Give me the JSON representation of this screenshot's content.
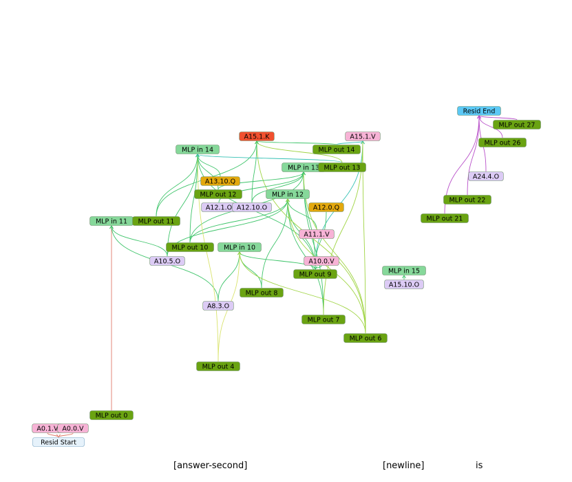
{
  "colors": {
    "resid_start": "#e6f2fb",
    "resid_end": "#5bc8f5",
    "mlp_in": "#86d89a",
    "mlp_out": "#6aa312",
    "attn_out": "#dccbf5",
    "attn_v": "#f7b3d6",
    "attn_k": "#f1502f",
    "attn_q": "#e3a80d",
    "edge_green": "#3ec46a",
    "edge_lime": "#9fd443",
    "edge_yellow": "#d9e36b",
    "edge_teal": "#35c1b4",
    "edge_red": "#e07a6a",
    "edge_purple": "#b84fc9"
  },
  "nodes": [
    {
      "id": "resid_start",
      "label": "Resid Start",
      "kind": "resid_start"
    },
    {
      "id": "a0_1_v",
      "label": "A0.1.V",
      "kind": "attn_v"
    },
    {
      "id": "a0_0_v",
      "label": "A0.0.V",
      "kind": "attn_v"
    },
    {
      "id": "mlp_out_0",
      "label": "MLP out 0",
      "kind": "mlp_out"
    },
    {
      "id": "mlp_in_11",
      "label": "MLP in 11",
      "kind": "mlp_in"
    },
    {
      "id": "mlp_out_11",
      "label": "MLP out 11",
      "kind": "mlp_out"
    },
    {
      "id": "a10_5_o",
      "label": "A10.5.O",
      "kind": "attn_out"
    },
    {
      "id": "mlp_out_10",
      "label": "MLP out 10",
      "kind": "mlp_out"
    },
    {
      "id": "mlp_in_10",
      "label": "MLP in 10",
      "kind": "mlp_in"
    },
    {
      "id": "mlp_in_14",
      "label": "MLP in 14",
      "kind": "mlp_in"
    },
    {
      "id": "a13_10_q",
      "label": "A13.10.Q",
      "kind": "attn_q"
    },
    {
      "id": "mlp_out_12",
      "label": "MLP out 12",
      "kind": "mlp_out"
    },
    {
      "id": "a12_1_o",
      "label": "A12.1.O",
      "kind": "attn_out"
    },
    {
      "id": "a12_10_o",
      "label": "A12.10.O",
      "kind": "attn_out"
    },
    {
      "id": "a15_1_k",
      "label": "A15.1.K",
      "kind": "attn_k"
    },
    {
      "id": "mlp_in_13",
      "label": "MLP in 13",
      "kind": "mlp_in"
    },
    {
      "id": "mlp_in_12",
      "label": "MLP in 12",
      "kind": "mlp_in"
    },
    {
      "id": "mlp_out_14",
      "label": "MLP out 14",
      "kind": "mlp_out"
    },
    {
      "id": "mlp_out_13",
      "label": "MLP out 13",
      "kind": "mlp_out"
    },
    {
      "id": "a15_1_v",
      "label": "A15.1.V",
      "kind": "attn_v"
    },
    {
      "id": "a12_0_q",
      "label": "A12.0.Q",
      "kind": "attn_q"
    },
    {
      "id": "a11_1_v",
      "label": "A11.1.V",
      "kind": "attn_v"
    },
    {
      "id": "a10_0_v",
      "label": "A10.0.V",
      "kind": "attn_v"
    },
    {
      "id": "mlp_out_9",
      "label": "MLP out 9",
      "kind": "mlp_out"
    },
    {
      "id": "mlp_out_8",
      "label": "MLP out 8",
      "kind": "mlp_out"
    },
    {
      "id": "a8_3_o",
      "label": "A8.3.O",
      "kind": "attn_out"
    },
    {
      "id": "mlp_out_7",
      "label": "MLP out 7",
      "kind": "mlp_out"
    },
    {
      "id": "mlp_out_6",
      "label": "MLP out 6",
      "kind": "mlp_out"
    },
    {
      "id": "mlp_out_4",
      "label": "MLP out 4",
      "kind": "mlp_out"
    },
    {
      "id": "mlp_in_15",
      "label": "MLP in 15",
      "kind": "mlp_in"
    },
    {
      "id": "a15_10_o",
      "label": "A15.10.O",
      "kind": "attn_out"
    },
    {
      "id": "resid_end",
      "label": "Resid End",
      "kind": "resid_end"
    },
    {
      "id": "mlp_out_27",
      "label": "MLP out 27",
      "kind": "mlp_out"
    },
    {
      "id": "mlp_out_26",
      "label": "MLP out 26",
      "kind": "mlp_out"
    },
    {
      "id": "a24_4_o",
      "label": "A24.4.O",
      "kind": "attn_out"
    },
    {
      "id": "mlp_out_22",
      "label": "MLP out 22",
      "kind": "mlp_out"
    },
    {
      "id": "mlp_out_21",
      "label": "MLP out 21",
      "kind": "mlp_out"
    }
  ],
  "edges": [
    {
      "from": "a0_1_v",
      "to": "resid_start",
      "color": "edge_red"
    },
    {
      "from": "a0_0_v",
      "to": "resid_start",
      "color": "edge_red"
    },
    {
      "from": "mlp_out_0",
      "to": "mlp_in_11",
      "color": "edge_red"
    },
    {
      "from": "mlp_out_11",
      "to": "mlp_in_14",
      "color": "edge_green"
    },
    {
      "from": "mlp_out_11",
      "to": "a15_1_k",
      "color": "edge_green"
    },
    {
      "from": "a10_5_o",
      "to": "mlp_in_11",
      "color": "edge_green"
    },
    {
      "from": "a10_5_o",
      "to": "mlp_in_12",
      "color": "edge_green"
    },
    {
      "from": "a10_5_o",
      "to": "mlp_in_14",
      "color": "edge_green"
    },
    {
      "from": "mlp_out_10",
      "to": "mlp_in_12",
      "color": "edge_green"
    },
    {
      "from": "mlp_out_10",
      "to": "mlp_in_13",
      "color": "edge_green"
    },
    {
      "from": "mlp_out_10",
      "to": "mlp_in_14",
      "color": "edge_green"
    },
    {
      "from": "a8_3_o",
      "to": "mlp_in_11",
      "color": "edge_green"
    },
    {
      "from": "a8_3_o",
      "to": "mlp_in_10",
      "color": "edge_green"
    },
    {
      "from": "mlp_out_8",
      "to": "mlp_in_10",
      "color": "edge_green"
    },
    {
      "from": "mlp_out_8",
      "to": "mlp_in_12",
      "color": "edge_green"
    },
    {
      "from": "mlp_out_4",
      "to": "mlp_in_10",
      "color": "edge_yellow"
    },
    {
      "from": "mlp_out_4",
      "to": "mlp_in_14",
      "color": "edge_yellow"
    },
    {
      "from": "mlp_out_9",
      "to": "mlp_in_10",
      "color": "edge_green"
    },
    {
      "from": "mlp_out_9",
      "to": "mlp_in_12",
      "color": "edge_green"
    },
    {
      "from": "mlp_out_9",
      "to": "mlp_in_13",
      "color": "edge_green"
    },
    {
      "from": "mlp_out_9",
      "to": "mlp_in_14",
      "color": "edge_green"
    },
    {
      "from": "mlp_out_9",
      "to": "a15_1_v",
      "color": "edge_teal"
    },
    {
      "from": "a10_0_v",
      "to": "mlp_out_9",
      "color": "edge_green"
    },
    {
      "from": "a11_1_v",
      "to": "mlp_in_12",
      "color": "edge_green"
    },
    {
      "from": "a12_0_q",
      "to": "mlp_out_9",
      "color": "edge_green"
    },
    {
      "from": "mlp_out_7",
      "to": "mlp_in_12",
      "color": "edge_green"
    },
    {
      "from": "mlp_out_7",
      "to": "mlp_in_13",
      "color": "edge_green"
    },
    {
      "from": "mlp_out_7",
      "to": "a15_1_v",
      "color": "edge_lime"
    },
    {
      "from": "mlp_out_6",
      "to": "mlp_in_10",
      "color": "edge_lime"
    },
    {
      "from": "mlp_out_6",
      "to": "mlp_in_12",
      "color": "edge_lime"
    },
    {
      "from": "mlp_out_6",
      "to": "mlp_in_13",
      "color": "edge_lime"
    },
    {
      "from": "mlp_out_6",
      "to": "a15_1_v",
      "color": "edge_lime"
    },
    {
      "from": "mlp_out_6",
      "to": "a15_1_k",
      "color": "edge_lime"
    },
    {
      "from": "mlp_out_12",
      "to": "mlp_in_13",
      "color": "edge_green"
    },
    {
      "from": "mlp_out_12",
      "to": "mlp_in_14",
      "color": "edge_green"
    },
    {
      "from": "a13_10_q",
      "to": "mlp_in_14",
      "color": "edge_green"
    },
    {
      "from": "a12_1_o",
      "to": "mlp_in_13",
      "color": "edge_green"
    },
    {
      "from": "a12_10_o",
      "to": "mlp_in_13",
      "color": "edge_green"
    },
    {
      "from": "a12_10_o",
      "to": "a15_1_k",
      "color": "edge_green"
    },
    {
      "from": "mlp_out_13",
      "to": "mlp_in_14",
      "color": "edge_teal"
    },
    {
      "from": "mlp_out_13",
      "to": "a15_1_k",
      "color": "edge_lime"
    },
    {
      "from": "mlp_out_14",
      "to": "a15_1_v",
      "color": "edge_teal"
    },
    {
      "from": "mlp_out_14",
      "to": "a15_1_k",
      "color": "edge_green"
    },
    {
      "from": "a15_10_o",
      "to": "mlp_in_15",
      "color": "edge_green"
    },
    {
      "from": "mlp_out_27",
      "to": "resid_end",
      "color": "edge_purple"
    },
    {
      "from": "mlp_out_26",
      "to": "resid_end",
      "color": "edge_purple"
    },
    {
      "from": "a24_4_o",
      "to": "resid_end",
      "color": "edge_purple"
    },
    {
      "from": "mlp_out_22",
      "to": "resid_end",
      "color": "edge_purple"
    },
    {
      "from": "mlp_out_21",
      "to": "resid_end",
      "color": "edge_purple"
    }
  ],
  "tokens": [
    {
      "id": "answer_second",
      "label": "[answer-second]"
    },
    {
      "id": "newline",
      "label": "[newline]"
    },
    {
      "id": "is",
      "label": "is"
    }
  ]
}
